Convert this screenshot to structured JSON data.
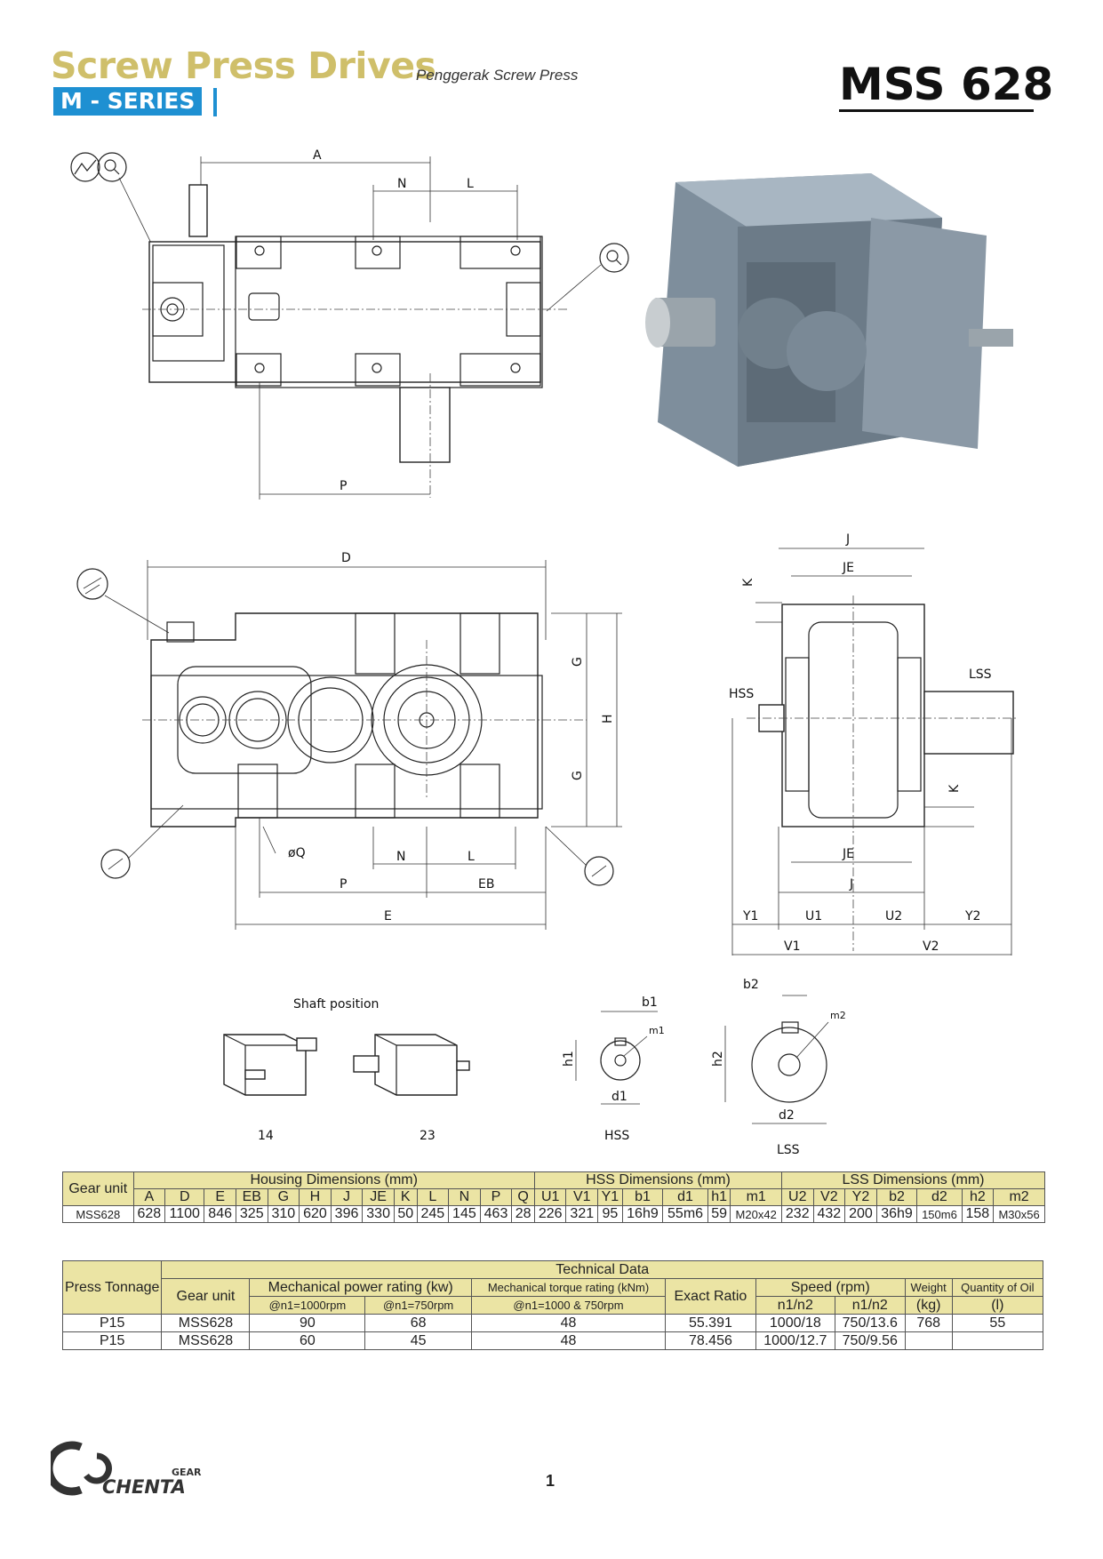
{
  "header": {
    "title": "Screw Press Drives",
    "subtitle": "Penggerak Screw Press",
    "series": "M - SERIES",
    "model": "MSS 628"
  },
  "drawings": {
    "top_view": {
      "A": "A",
      "N": "N",
      "L": "L",
      "P": "P"
    },
    "front_view": {
      "D": "D",
      "G_upper": "G",
      "G_lower": "G",
      "H": "H",
      "phiQ": "øQ",
      "N": "N",
      "L": "L",
      "P": "P",
      "EB": "EB",
      "E": "E"
    },
    "side_view": {
      "J_top": "J",
      "JE_top": "JE",
      "K_top": "K",
      "HSS": "HSS",
      "LSS": "LSS",
      "K_low": "K",
      "JE_low": "JE",
      "J_low": "J",
      "Y1": "Y1",
      "U1": "U1",
      "U2": "U2",
      "Y2": "Y2",
      "V1": "V1",
      "V2": "V2"
    },
    "shaft_position": {
      "title": "Shaft position",
      "pos_a": "14",
      "pos_b": "23"
    },
    "hss_detail": {
      "b1": "b1",
      "m1": "m1",
      "h1": "h1",
      "d1": "d1",
      "label": "HSS"
    },
    "lss_detail": {
      "b2": "b2",
      "m2": "m2",
      "h2": "h2",
      "d2": "d2",
      "label": "LSS"
    }
  },
  "dimensions_table": {
    "gear_unit_header": "Gear unit",
    "group_headers": [
      "Housing Dimensions (mm)",
      "HSS Dimensions (mm)",
      "LSS Dimensions (mm)"
    ],
    "columns": [
      "A",
      "D",
      "E",
      "EB",
      "G",
      "H",
      "J",
      "JE",
      "K",
      "L",
      "N",
      "P",
      "Q",
      "U1",
      "V1",
      "Y1",
      "b1",
      "d1",
      "h1",
      "m1",
      "U2",
      "V2",
      "Y2",
      "b2",
      "d2",
      "h2",
      "m2"
    ],
    "row": {
      "unit": "MSS628",
      "values": [
        "628",
        "1100",
        "846",
        "325",
        "310",
        "620",
        "396",
        "330",
        "50",
        "245",
        "145",
        "463",
        "28",
        "226",
        "321",
        "95",
        "16h9",
        "55m6",
        "59",
        "M20x42",
        "232",
        "432",
        "200",
        "36h9",
        "150m6",
        "158",
        "M30x56"
      ]
    }
  },
  "technical_table": {
    "press_tonnage": "Press Tonnage",
    "technical_data": "Technical Data",
    "gear_unit": "Gear unit",
    "mech_power": "Mechanical power rating (kw)",
    "mech_torque": "Mechanical torque rating (kNm)",
    "exact_ratio": "Exact Ratio",
    "speed": "Speed (rpm)",
    "weight": "Weight",
    "oil": "Quantity of Oil",
    "sub": {
      "p1000": "@n1=1000rpm",
      "p750": "@n1=750rpm",
      "torque_cond": "@n1=1000 & 750rpm",
      "n1n2_a": "n1/n2",
      "n1n2_b": "n1/n2",
      "kg": "(kg)",
      "l": "(l)"
    },
    "rows": [
      {
        "tonnage": "P15",
        "unit": "MSS628",
        "p1000": "90",
        "p750": "68",
        "torque": "48",
        "ratio": "55.391",
        "s1": "1000/18",
        "s2": "750/13.6",
        "weight": "768",
        "oil": "55"
      },
      {
        "tonnage": "P15",
        "unit": "MSS628",
        "p1000": "60",
        "p750": "45",
        "torque": "48",
        "ratio": "78.456",
        "s1": "1000/12.7",
        "s2": "750/9.56",
        "weight": "",
        "oil": ""
      }
    ]
  },
  "footer": {
    "logo_gear": "GEAR",
    "logo_name": "CHENTA",
    "page": "1"
  },
  "colors": {
    "title": "#cfbf6a",
    "series_bg": "#1e90d2",
    "table_header": "#ebe4a4",
    "render_steel": "#7e8e9c"
  }
}
